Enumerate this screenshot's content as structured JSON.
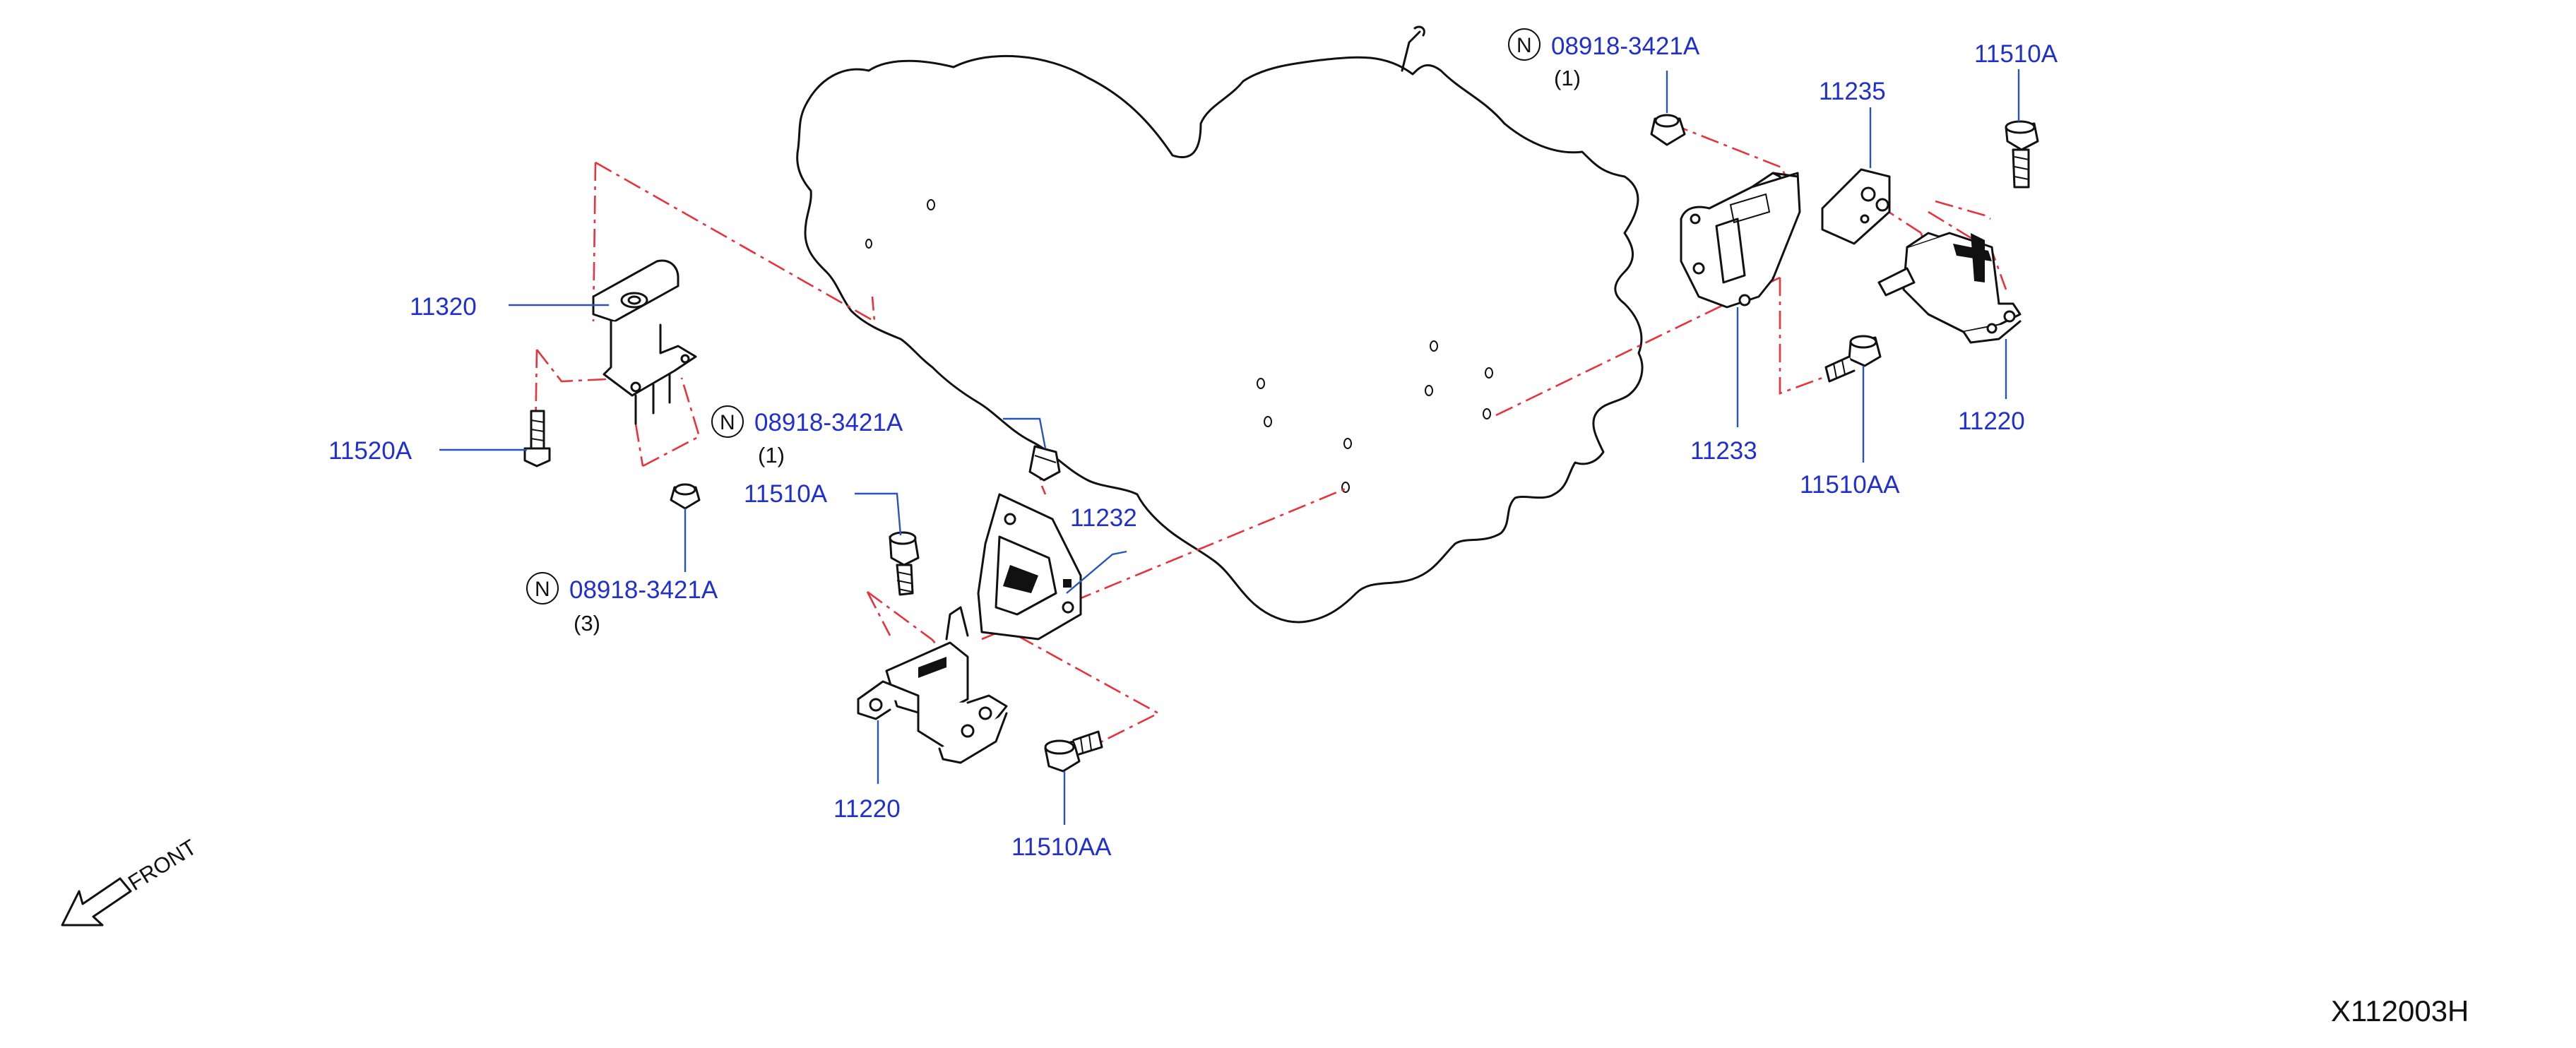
{
  "diagram": {
    "drawing_code": "X112003H",
    "front_label": "FRONT",
    "callouts": {
      "c11320": "11320",
      "c11520A": "11520A",
      "c08918_left_upper": "08918-3421A",
      "c08918_left_upper_qty": "(1)",
      "c08918_left_lower": "08918-3421A",
      "c08918_left_lower_qty": "(3)",
      "c11510A_center": "11510A",
      "c11232": "11232",
      "c11220_center": "11220",
      "c11510AA_center": "11510AA",
      "c08918_top": "08918-3421A",
      "c08918_top_qty": "(1)",
      "c11235": "11235",
      "c11510A_right": "11510A",
      "c11233": "11233",
      "c11510AA_right": "11510AA",
      "c11220_right": "11220"
    },
    "n_symbol": "N",
    "colors": {
      "callout_text": "#1f2fd0",
      "leader_line": "#2a54b8",
      "phantom_line": "#e8323c",
      "line_art": "#111111"
    }
  }
}
